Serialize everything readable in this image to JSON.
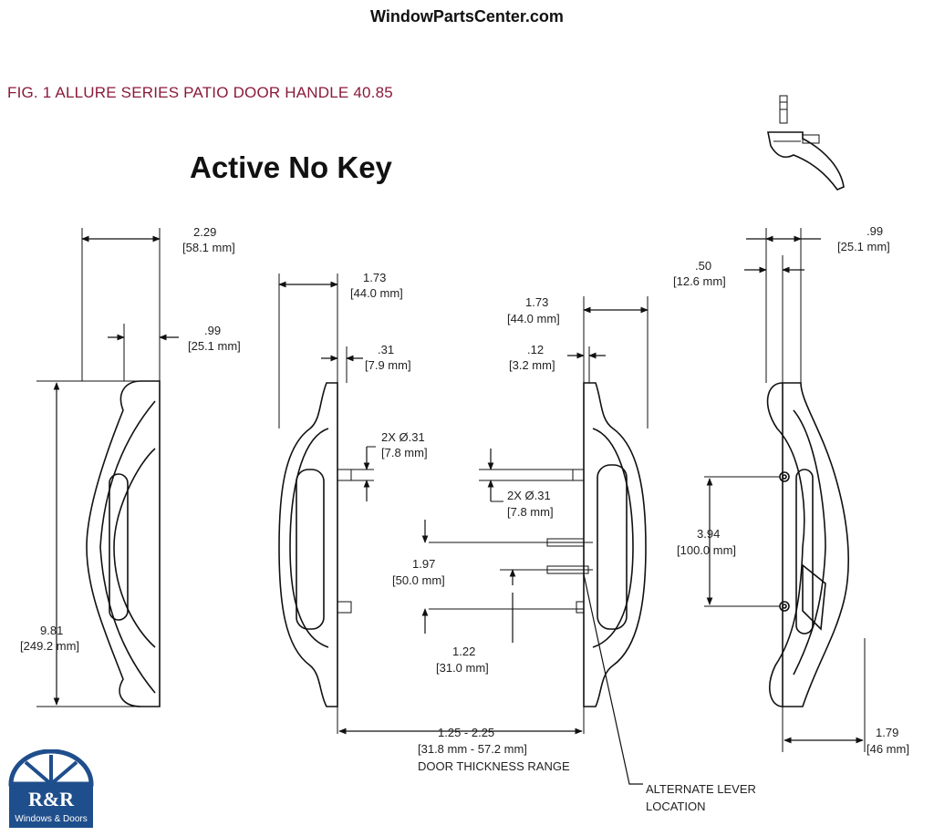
{
  "header": {
    "site": "WindowPartsCenter.com",
    "figure_title": "FIG. 1  ALLURE SERIES PATIO DOOR HANDLE 40.85",
    "heading": "Active No Key"
  },
  "dimensions": {
    "d1": [
      "2.29",
      "[58.1 mm]"
    ],
    "d2": [
      ".99",
      "[25.1 mm]"
    ],
    "d3": [
      "9.81",
      "[249.2 mm]"
    ],
    "d4": [
      "1.73",
      "[44.0 mm]"
    ],
    "d5": [
      ".31",
      "[7.9 mm]"
    ],
    "d6": [
      "2X  Ø.31",
      "[7.8 mm]"
    ],
    "d7": [
      "1.73",
      "[44.0 mm]"
    ],
    "d8": [
      ".12",
      "[3.2 mm]"
    ],
    "d9": [
      "2X  Ø.31",
      "[7.8 mm]"
    ],
    "d10": [
      "1.97",
      "[50.0 mm]"
    ],
    "d11": [
      "1.22",
      "[31.0 mm]"
    ],
    "d12": [
      "1.25 - 2.25",
      "[31.8 mm - 57.2 mm]",
      "DOOR THICKNESS RANGE"
    ],
    "d13": [
      "ALTERNATE LEVER",
      "LOCATION"
    ],
    "d14": [
      ".50",
      "[12.6 mm]"
    ],
    "d15": [
      ".99",
      "[25.1 mm]"
    ],
    "d16": [
      "3.94",
      "[100.0 mm]"
    ],
    "d17": [
      "1.79",
      "[46 mm]"
    ]
  },
  "logo": {
    "name": "R&R",
    "sub": "Windows & Doors",
    "color": "#1f4e8c"
  }
}
